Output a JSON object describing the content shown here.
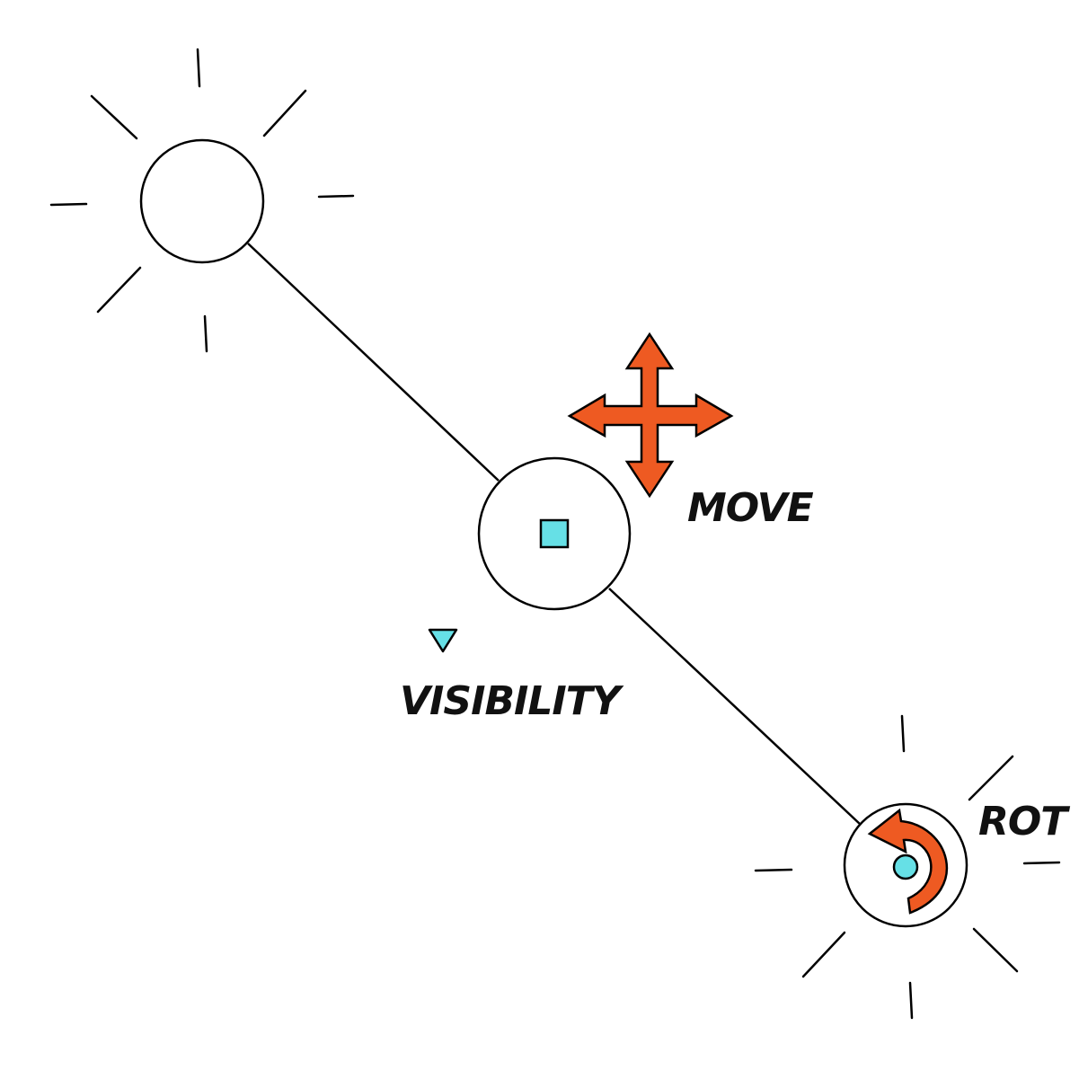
{
  "labels": {
    "move": "MOVE",
    "visibility": "VISIBILITY",
    "rotate": "ROT"
  },
  "colors": {
    "accent": "#ee5a22",
    "marker": "#66e0e6",
    "stroke": "#000000",
    "background": "#ffffff"
  },
  "icons": {
    "move": "four-way-arrow-icon",
    "rotate": "rotate-arrow-icon",
    "visibility": "triangle-down-icon",
    "center_marker": "square-icon",
    "end_marker": "circle-dot-icon"
  }
}
